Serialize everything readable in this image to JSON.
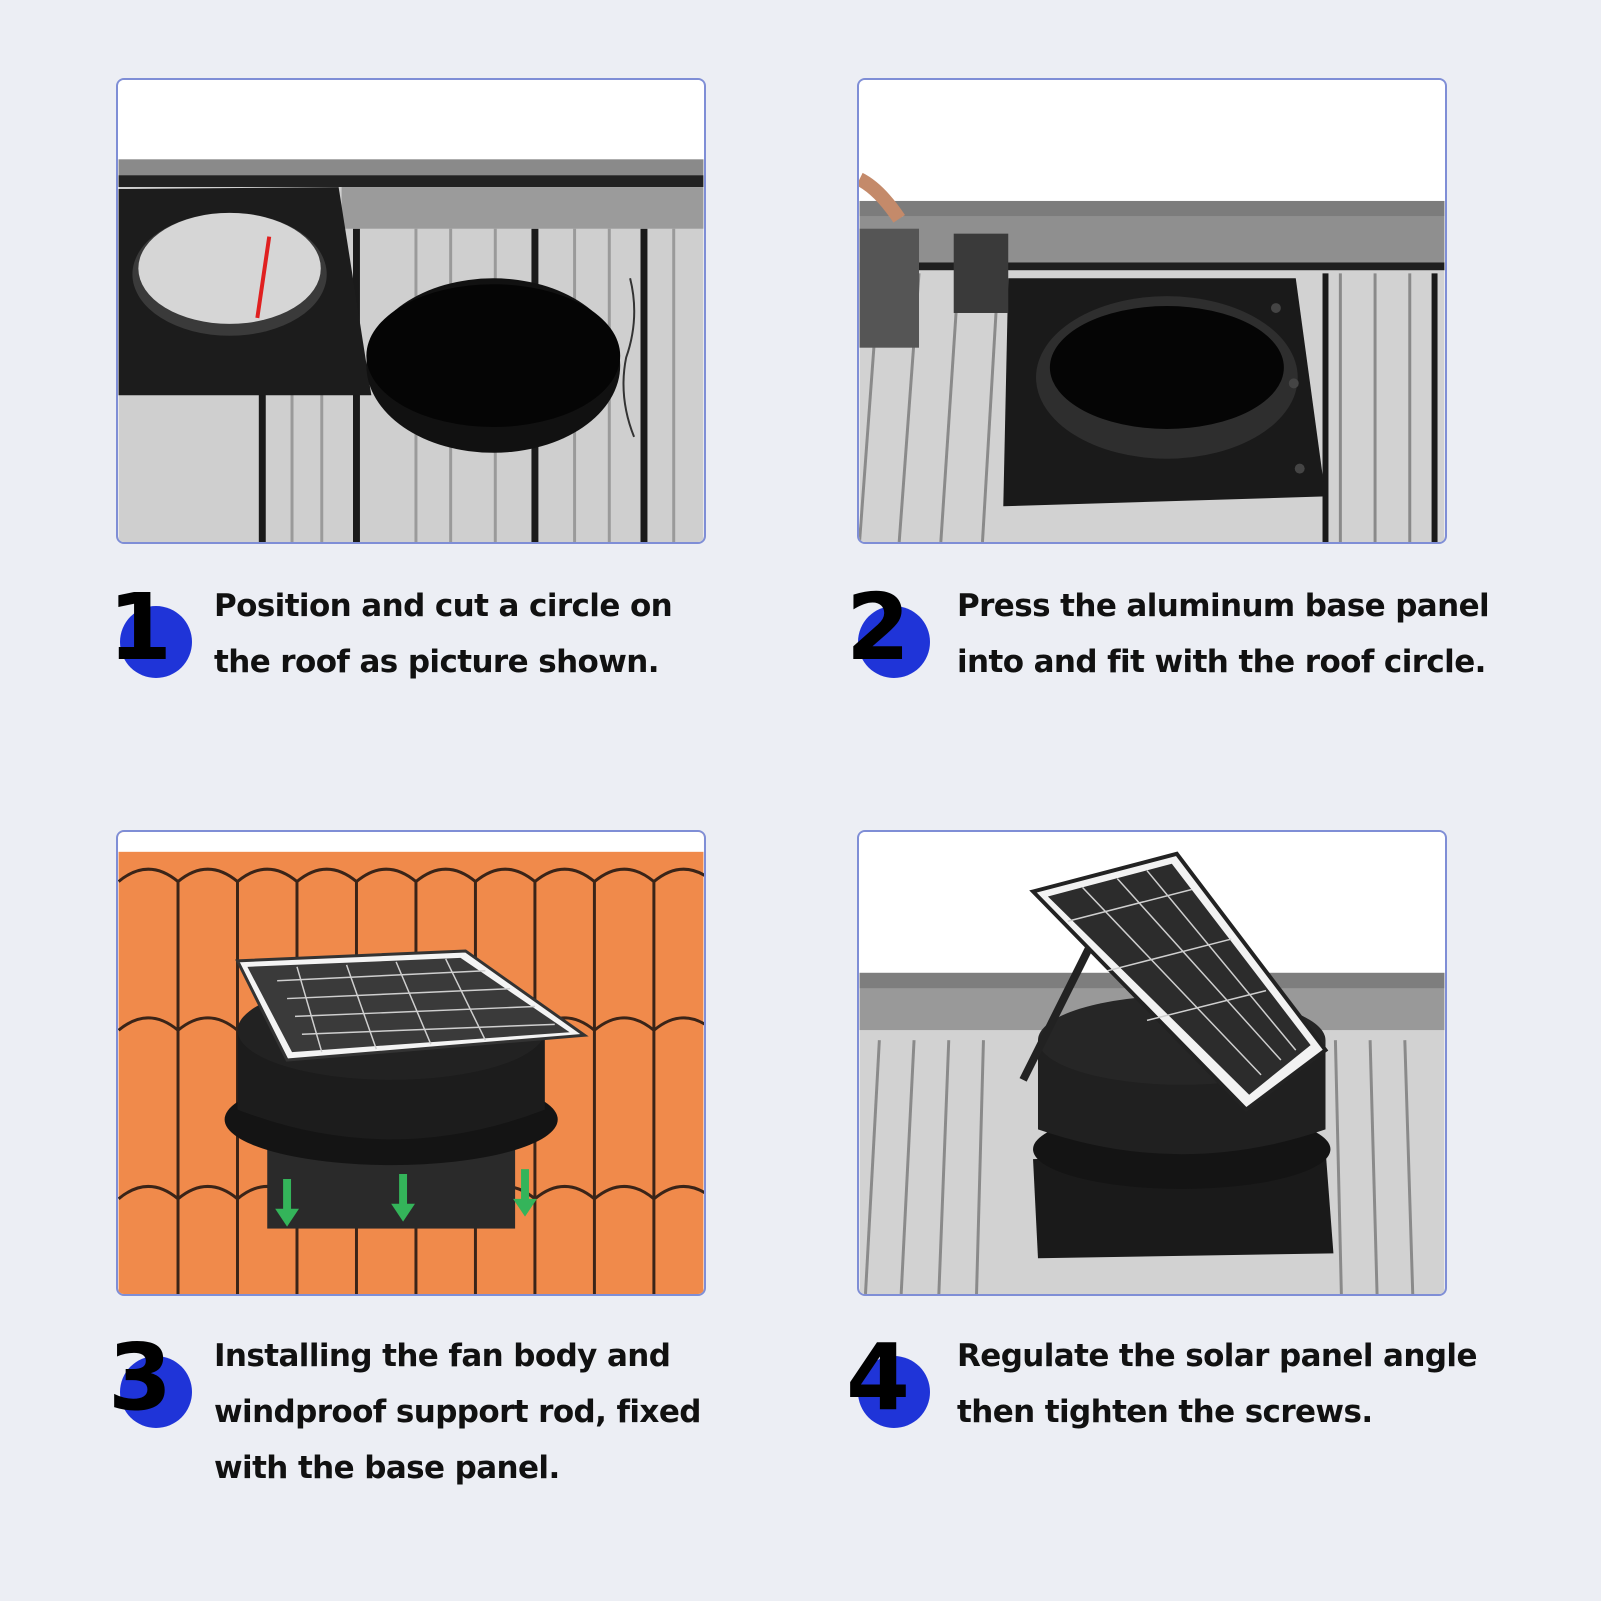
{
  "colors": {
    "background": "#eceef4",
    "frame_border": "#7f8ed6",
    "badge_blue": "#1f34d8",
    "roof_tile": "#f08a4b",
    "arrow_green": "#34b45a"
  },
  "steps": [
    {
      "number": "1",
      "illustration": "cut-circle-in-metal-roof",
      "lines": [
        "Position and cut a circle on",
        "the roof as picture shown."
      ]
    },
    {
      "number": "2",
      "illustration": "fit-aluminum-base-panel",
      "lines": [
        "Press the aluminum base panel",
        "into and fit with the roof circle."
      ]
    },
    {
      "number": "3",
      "illustration": "fan-body-on-tile-roof",
      "lines": [
        "Installing the fan body and",
        "windproof support rod, fixed",
        "with the base panel."
      ]
    },
    {
      "number": "4",
      "illustration": "adjust-solar-panel-angle",
      "lines": [
        "Regulate the solar panel angle",
        "then tighten the screws."
      ]
    }
  ]
}
